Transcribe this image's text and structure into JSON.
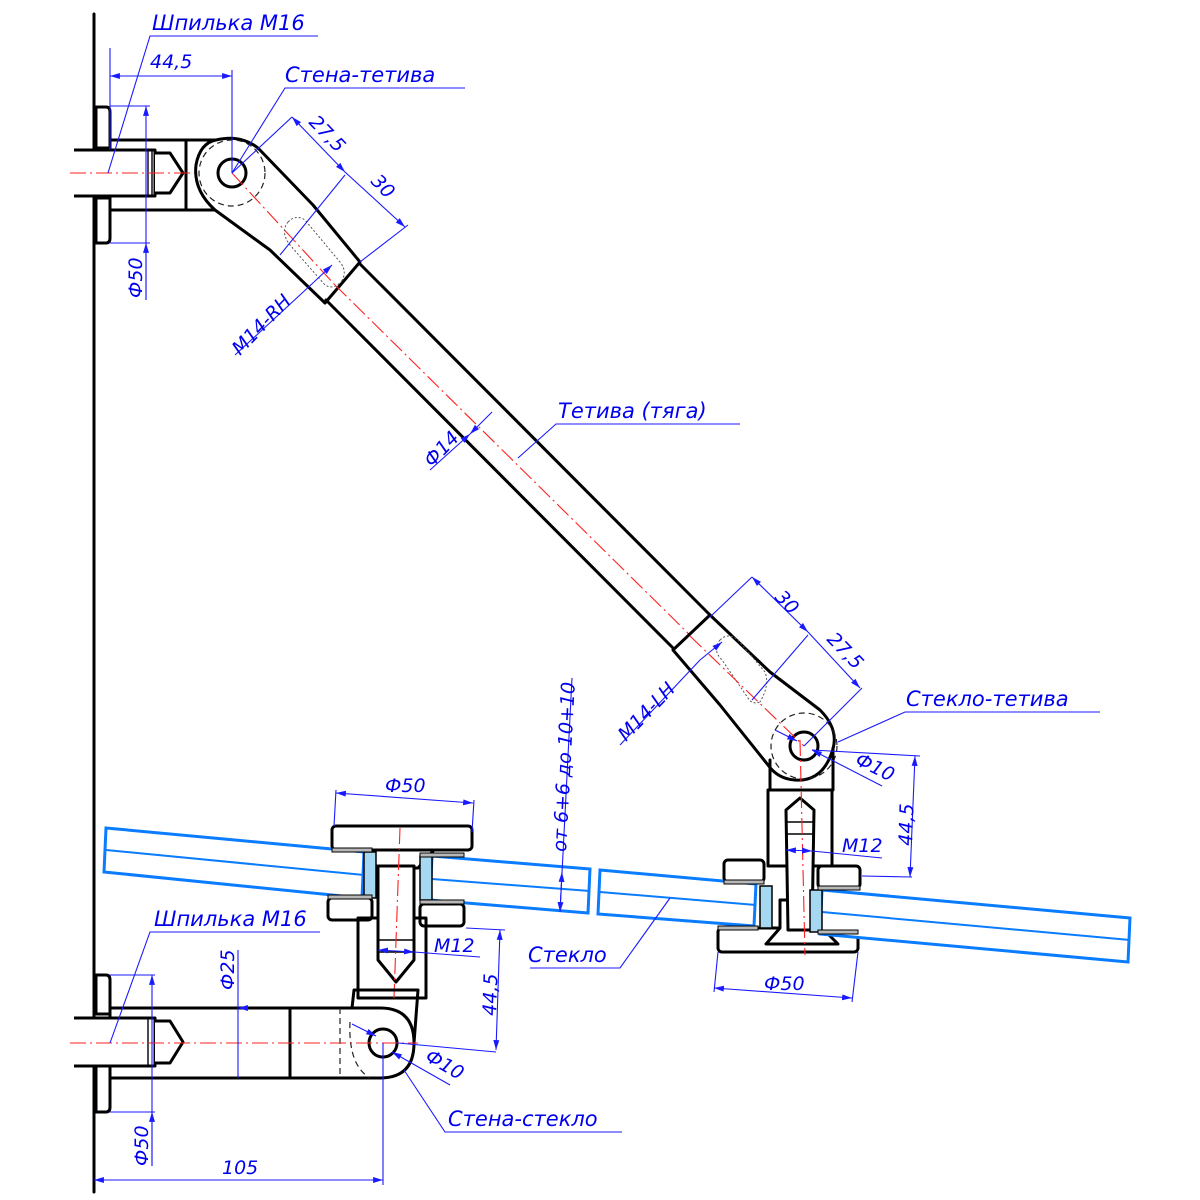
{
  "drawing": {
    "title": "Glass canopy tension rod assembly",
    "callouts": {
      "stud_top": "Шпилька М16",
      "wall_rod": "Стена-тетива",
      "rod": "Тетива (тяга)",
      "glass_rod": "Стекло-тетива",
      "stud_bottom": "Шпилька М16",
      "glass": "Стекло",
      "wall_glass": "Стена-стекло"
    },
    "dimensions": {
      "top_offset": "44,5",
      "top_diameter": "Ф50",
      "fork_top_1": "27,5",
      "fork_top_2": "30",
      "thread_rh": "M14-RH",
      "rod_diameter": "Ф14",
      "fork_bottom_1": "30",
      "fork_bottom_2": "27,5",
      "thread_lh": "M14-LH",
      "pin_right": "Ф10",
      "height_right": "44,5",
      "thread_right": "M12",
      "clamp_right": "Ф50",
      "glass_thickness": "от 6+6 до 10+10",
      "clamp_left": "Ф50",
      "thread_left": "M12",
      "height_left": "44,5",
      "arm_diameter": "Ф25",
      "pin_left": "Ф10",
      "bottom_diameter": "Ф50",
      "arm_length": "105"
    },
    "colors": {
      "outline": "#000000",
      "dimension": "#1a1aff",
      "axis": "#ff2020",
      "glass": "#0a7cff",
      "gasket": "#a7d8f2"
    }
  }
}
